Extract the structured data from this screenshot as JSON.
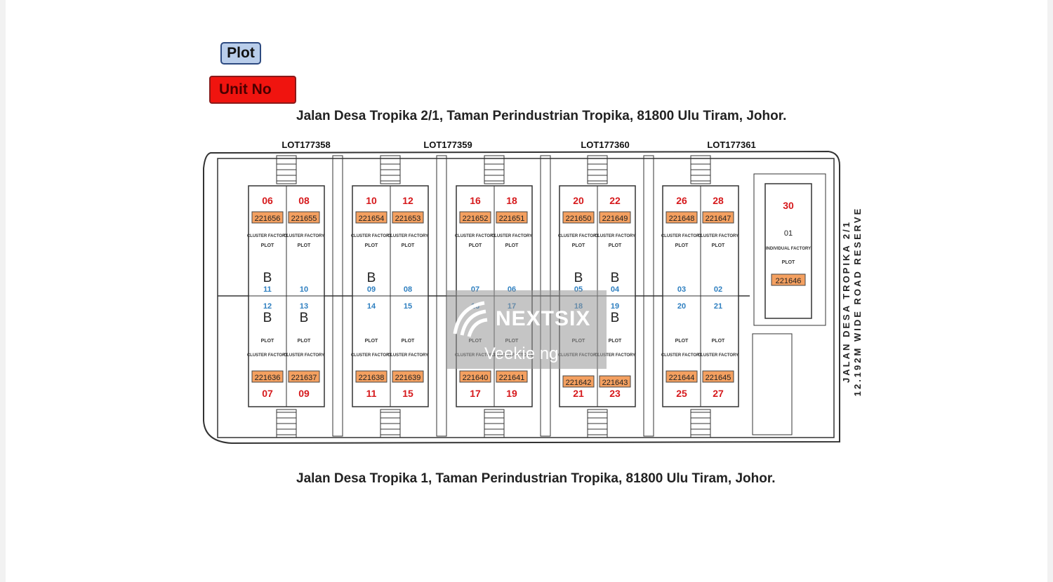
{
  "legend": {
    "plot": "Plot",
    "unit_no": "Unit No"
  },
  "roads": {
    "top": "Jalan Desa Tropika 2/1, Taman Perindustrian Tropika, 81800 Ulu Tiram, Johor.",
    "bottom": "Jalan Desa Tropika 1, Taman Perindustrian Tropika, 81800 Ulu Tiram, Johor.",
    "side": "JALAN DESA TROPIKA 2/1",
    "side_reserve": "12.192M WIDE ROAD RESERVE"
  },
  "lots": [
    "LOT177358",
    "LOT177359",
    "LOT177360",
    "LOT177361"
  ],
  "blocks": [
    {
      "top": [
        "06",
        "08"
      ],
      "top_units": [
        "221656",
        "221655"
      ],
      "top_plots": [
        "11",
        "10"
      ],
      "top_b": [
        "B",
        ""
      ],
      "bottom": [
        "07",
        "09"
      ],
      "bottom_units": [
        "221636",
        "221637"
      ],
      "bottom_plots": [
        "12",
        "13"
      ],
      "bottom_b": [
        "B",
        "B"
      ]
    },
    {
      "top": [
        "10",
        "12"
      ],
      "top_units": [
        "221654",
        "221653"
      ],
      "top_plots": [
        "09",
        "08"
      ],
      "top_b": [
        "B",
        ""
      ],
      "bottom": [
        "11",
        "15"
      ],
      "bottom_units": [
        "221638",
        "221639"
      ],
      "bottom_plots": [
        "14",
        "15"
      ],
      "bottom_b": [
        "",
        ""
      ]
    },
    {
      "top": [
        "16",
        "18"
      ],
      "top_units": [
        "221652",
        "221651"
      ],
      "top_plots": [
        "07",
        "06"
      ],
      "top_b": [
        "",
        ""
      ],
      "bottom": [
        "17",
        "19"
      ],
      "bottom_units": [
        "221640",
        "221641"
      ],
      "bottom_plots": [
        "16",
        "17"
      ],
      "bottom_b": [
        "",
        ""
      ]
    },
    {
      "top": [
        "20",
        "22"
      ],
      "top_units": [
        "221650",
        "221649"
      ],
      "top_plots": [
        "05",
        "04"
      ],
      "top_b": [
        "B",
        "B"
      ],
      "bottom": [
        "21",
        "23"
      ],
      "bottom_units": [
        "221642",
        "221643"
      ],
      "bottom_plots": [
        "18",
        "19"
      ],
      "bottom_b": [
        "",
        "B"
      ]
    },
    {
      "top": [
        "26",
        "28"
      ],
      "top_units": [
        "221648",
        "221647"
      ],
      "top_plots": [
        "03",
        "02"
      ],
      "top_b": [
        "",
        ""
      ],
      "bottom": [
        "25",
        "27"
      ],
      "bottom_units": [
        "221644",
        "221645"
      ],
      "bottom_plots": [
        "20",
        "21"
      ],
      "bottom_b": [
        "",
        ""
      ]
    }
  ],
  "individual": {
    "unit": "30",
    "plot": "01",
    "unit_id": "221646"
  },
  "labels": {
    "cluster": "CLUSTER FACTORY",
    "individual": "INDIVIDUAL FACTORY",
    "plot_word": "PLOT"
  },
  "watermark": {
    "brand": "NEXTSIX",
    "name": "Veekie ng"
  },
  "colors": {
    "unit_number": "#d6191c",
    "plot_number": "#2e7fc0",
    "unit_box": "#f4a060",
    "line": "#333333"
  }
}
